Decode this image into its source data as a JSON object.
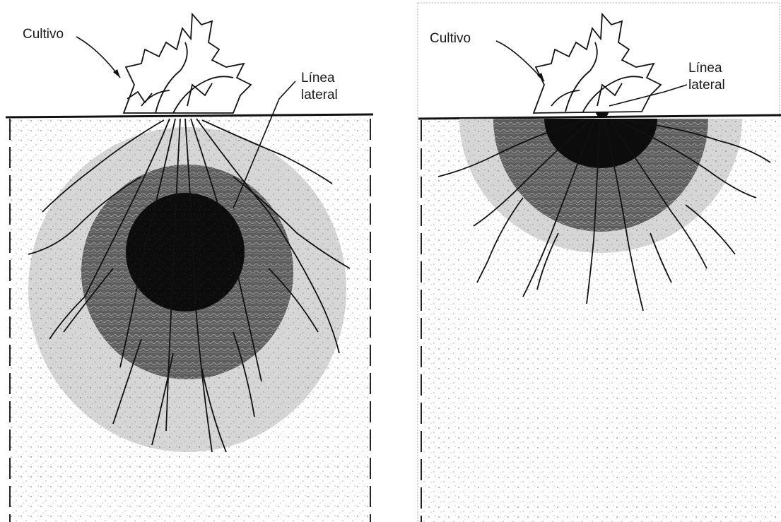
{
  "diagrams": [
    {
      "id": "subsurface",
      "crop_label": "Cultivo",
      "lateral_label_line1": "Línea",
      "lateral_label_line2": "lateral"
    },
    {
      "id": "surface",
      "crop_label": "Cultivo",
      "lateral_label_line1": "Línea",
      "lateral_label_line2": "lateral"
    }
  ],
  "colors": {
    "ink": "#111111",
    "wet_core": "#0c0c0c",
    "moist_ring": "#6e6e6e",
    "outer_halo": "#c9c9c9",
    "soil": "#ffffff"
  }
}
